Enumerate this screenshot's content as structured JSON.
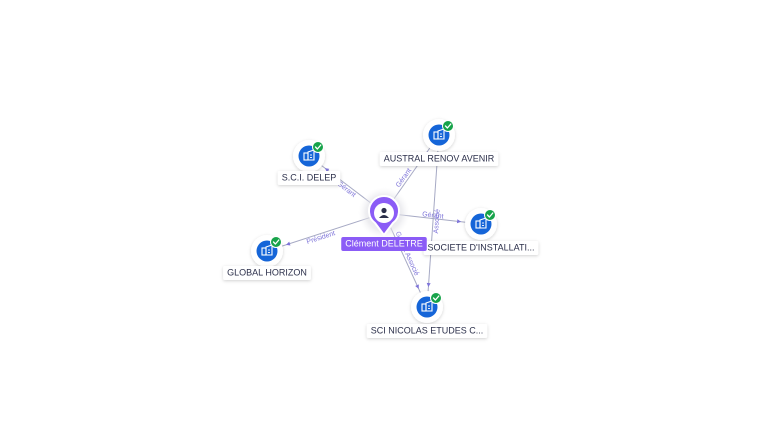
{
  "colors": {
    "edge": "#a6a9c4",
    "edge_label": "#7d73d9",
    "company_icon_bg": "#1565d8",
    "check_badge": "#17a34a",
    "center_pin": "#8b5cf6",
    "center_label_bg": "#8b5cf6",
    "node_label_text": "#2b2f4a"
  },
  "center": {
    "name": "Clément DELETRE",
    "icon": "person-icon"
  },
  "companies": [
    {
      "id": "sci-delep",
      "name": "S.C.I. DELEP",
      "icon": "building-icon",
      "badge": "check-icon"
    },
    {
      "id": "austral-renov-avenir",
      "name": "AUSTRAL RENOV AVENIR",
      "icon": "building-icon",
      "badge": "check-icon"
    },
    {
      "id": "societe-installati",
      "name": "SOCIETE D'INSTALLATI...",
      "icon": "building-icon",
      "badge": "check-icon"
    },
    {
      "id": "global-horizon",
      "name": "GLOBAL HORIZON",
      "icon": "building-icon",
      "badge": "check-icon"
    },
    {
      "id": "sci-nicolas-etudes",
      "name": "SCI NICOLAS ETUDES C...",
      "icon": "building-icon",
      "badge": "check-icon"
    }
  ],
  "edges": [
    {
      "from": "center",
      "to": "sci-delep",
      "label": "Gérant"
    },
    {
      "from": "center",
      "to": "austral-renov-avenir",
      "label": "Gérant"
    },
    {
      "from": "center",
      "to": "societe-installati",
      "label": "Gérant"
    },
    {
      "from": "center",
      "to": "global-horizon",
      "label": "Président"
    },
    {
      "from": "center",
      "to": "sci-nicolas-etudes",
      "label": "Gérant Associé"
    },
    {
      "from": "austral-renov-avenir",
      "to": "sci-nicolas-etudes",
      "label": "Associé"
    }
  ]
}
